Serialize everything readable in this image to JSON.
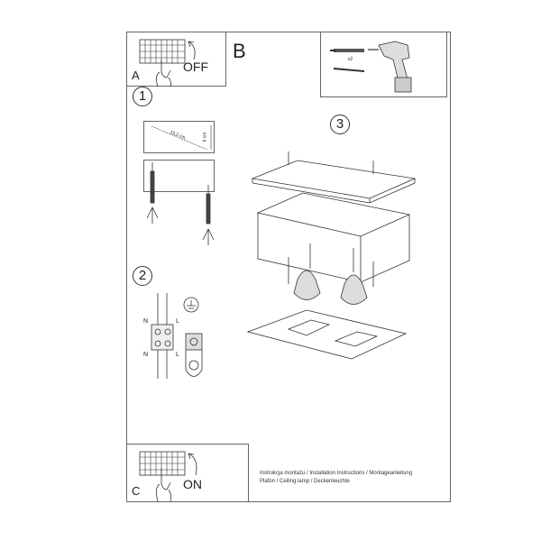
{
  "steps": {
    "a": {
      "letter": "A",
      "action": "OFF"
    },
    "b": {
      "letter": "B",
      "tool_count": "x2"
    },
    "c": {
      "letter": "C",
      "action": "ON"
    },
    "step1": {
      "number": "1",
      "diagonal": "15,2 cm",
      "height": "6 cm"
    },
    "step2": {
      "number": "2",
      "wire_n": "N",
      "wire_l": "L"
    },
    "step3": {
      "number": "3"
    }
  },
  "caption": {
    "line1": "Instrukcja montażu / Installation Instructions / Montageanleitung",
    "line2": "Plafon / Ceiling lamp / Deckenleuchte"
  },
  "icons": [
    "switchboard-icon",
    "hand-icon",
    "rotate-arrow-icon",
    "drill-icon",
    "wall-plug-icon",
    "screw-icon",
    "ground-symbol-icon",
    "ceiling-lamp-icon"
  ]
}
